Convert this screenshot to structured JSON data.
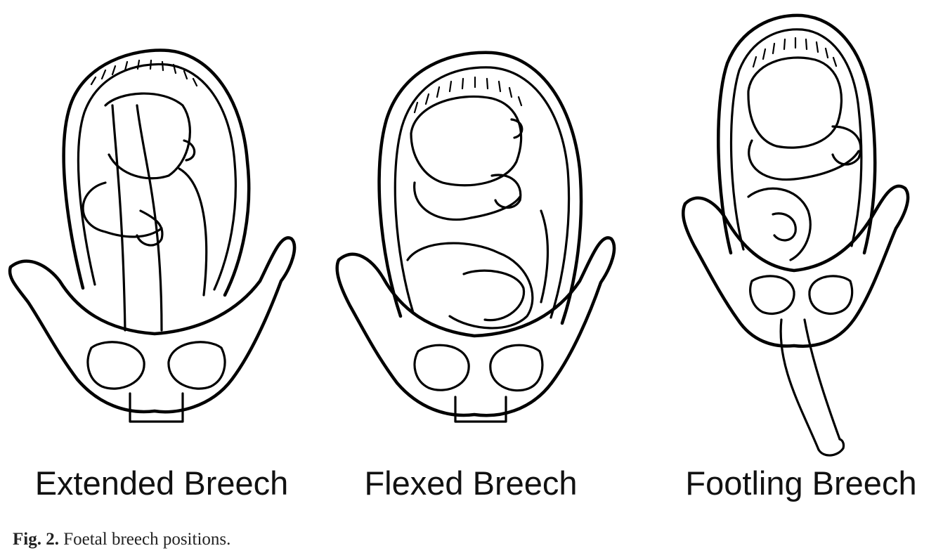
{
  "panels": [
    {
      "label": "Extended Breech"
    },
    {
      "label": "Flexed Breech"
    },
    {
      "label": "Footling Breech"
    }
  ],
  "caption": {
    "number": "Fig. 2.",
    "text": "Foetal breech positions."
  }
}
